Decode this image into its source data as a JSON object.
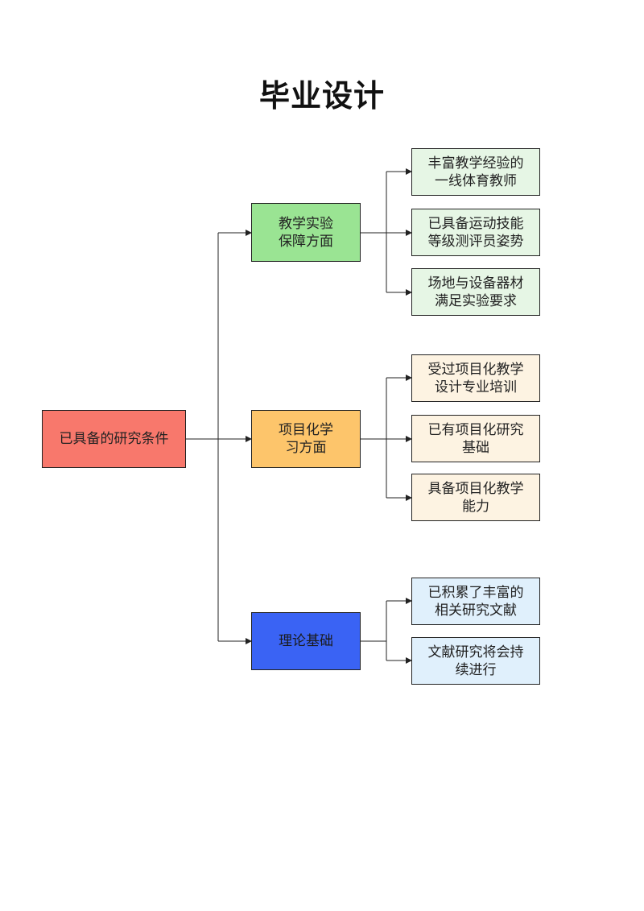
{
  "title": "毕业设计",
  "root": {
    "label": "已具备的研究条件",
    "color": "#F8786C"
  },
  "branches": [
    {
      "label": "教学实验\n保障方面",
      "color": "#9AE493",
      "leaf_color": "#E6F6E5",
      "children": [
        "丰富教学经验的\n一线体育教师",
        "已具备运动技能\n等级测评员姿势",
        "场地与设备器材\n满足实验要求"
      ]
    },
    {
      "label": "项目化学\n习方面",
      "color": "#FDC56B",
      "leaf_color": "#FDF3E2",
      "children": [
        "受过项目化教学\n设计专业培训",
        "已有项目化研究\n基础",
        "具备项目化教学\n能力"
      ]
    },
    {
      "label": "理论基础",
      "color": "#3A63F4",
      "leaf_color": "#E0F0FC",
      "children": [
        "已积累了丰富的\n相关研究文献",
        "文献研究将会持\n续进行"
      ]
    }
  ]
}
